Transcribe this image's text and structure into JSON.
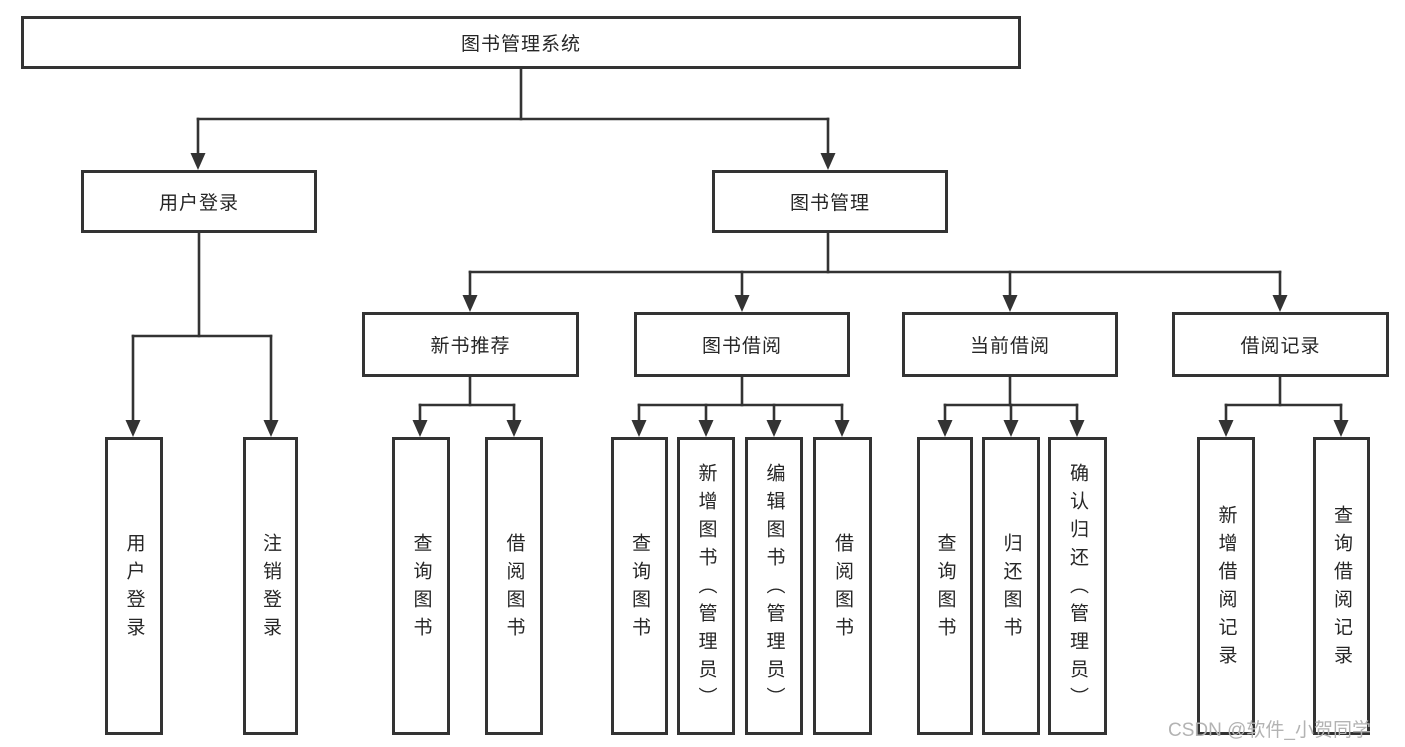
{
  "diagram_title": "图书管理系统",
  "nodes": {
    "root": {
      "label": "图书管理系统"
    },
    "user_login": {
      "label": "用户登录"
    },
    "book_mgmt": {
      "label": "图书管理"
    },
    "new_book_rec": {
      "label": "新书推荐"
    },
    "book_borrow": {
      "label": "图书借阅"
    },
    "current_borrow": {
      "label": "当前借阅"
    },
    "borrow_records": {
      "label": "借阅记录"
    },
    "leaf_user_login": {
      "label": "用户登录"
    },
    "leaf_logout": {
      "label": "注销登录"
    },
    "leaf_query_books_rec": {
      "label": "查询图书"
    },
    "leaf_borrow_books_rec": {
      "label": "借阅图书"
    },
    "leaf_query_books_borrow": {
      "label": "查询图书"
    },
    "leaf_add_books": {
      "label": "新增图书（管理员）"
    },
    "leaf_edit_books": {
      "label": "编辑图书（管理员）"
    },
    "leaf_borrow_books_borrow": {
      "label": "借阅图书"
    },
    "leaf_query_books_current": {
      "label": "查询图书"
    },
    "leaf_return_books": {
      "label": "归还图书"
    },
    "leaf_confirm_return": {
      "label": "确认归还（管理员）"
    },
    "leaf_add_borrow_record": {
      "label": "新增借阅记录"
    },
    "leaf_query_borrow_record": {
      "label": "查询借阅记录"
    }
  },
  "watermark": "CSDN @软件_小贺同学",
  "colors": {
    "line": "#333333",
    "text": "#262626",
    "background": "#ffffff",
    "watermark": "#b3b3b3"
  }
}
